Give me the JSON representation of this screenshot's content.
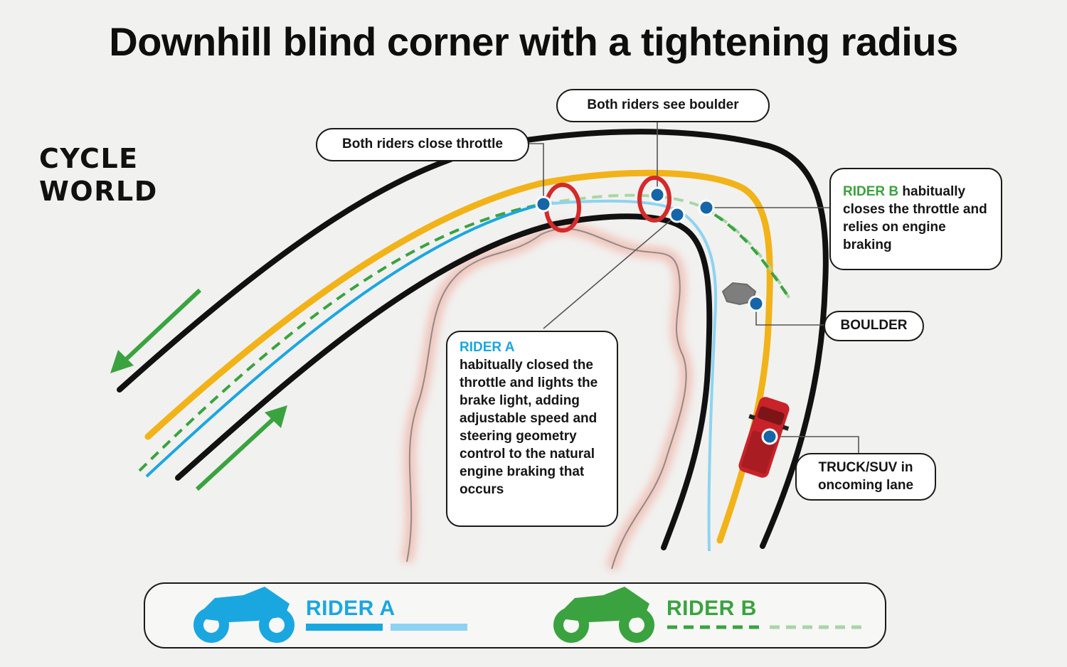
{
  "title": "Downhill blind corner with a tightening radius",
  "brand": {
    "line1": "CYCLE",
    "line2": "WORLD"
  },
  "callouts": {
    "close_throttle": "Both riders close throttle",
    "see_boulder": "Both riders see boulder",
    "rider_b_label": "RIDER B",
    "rider_b_text": "habitually closes the throttle and relies on engine braking",
    "boulder": "BOULDER",
    "rider_a_label": "RIDER A",
    "rider_a_text": "habitually closed the throttle and lights the brake light, adding adjustable speed and steering geometry control to the natural engine braking that occurs",
    "truck_line1": "TRUCK/SUV in",
    "truck_line2": "oncoming lane"
  },
  "legend": {
    "rider_a": "RIDER A",
    "rider_b": "RIDER B"
  },
  "colors": {
    "rider_a": "#1aa7e0",
    "rider_a_light": "#8dd3f1",
    "rider_b": "#3aa33f",
    "rider_b_light": "#a9d6a4",
    "center_line": "#f2b319",
    "marker": "#1565a8",
    "highlight_ring": "#d42a2a",
    "truck": "#c8232a"
  }
}
